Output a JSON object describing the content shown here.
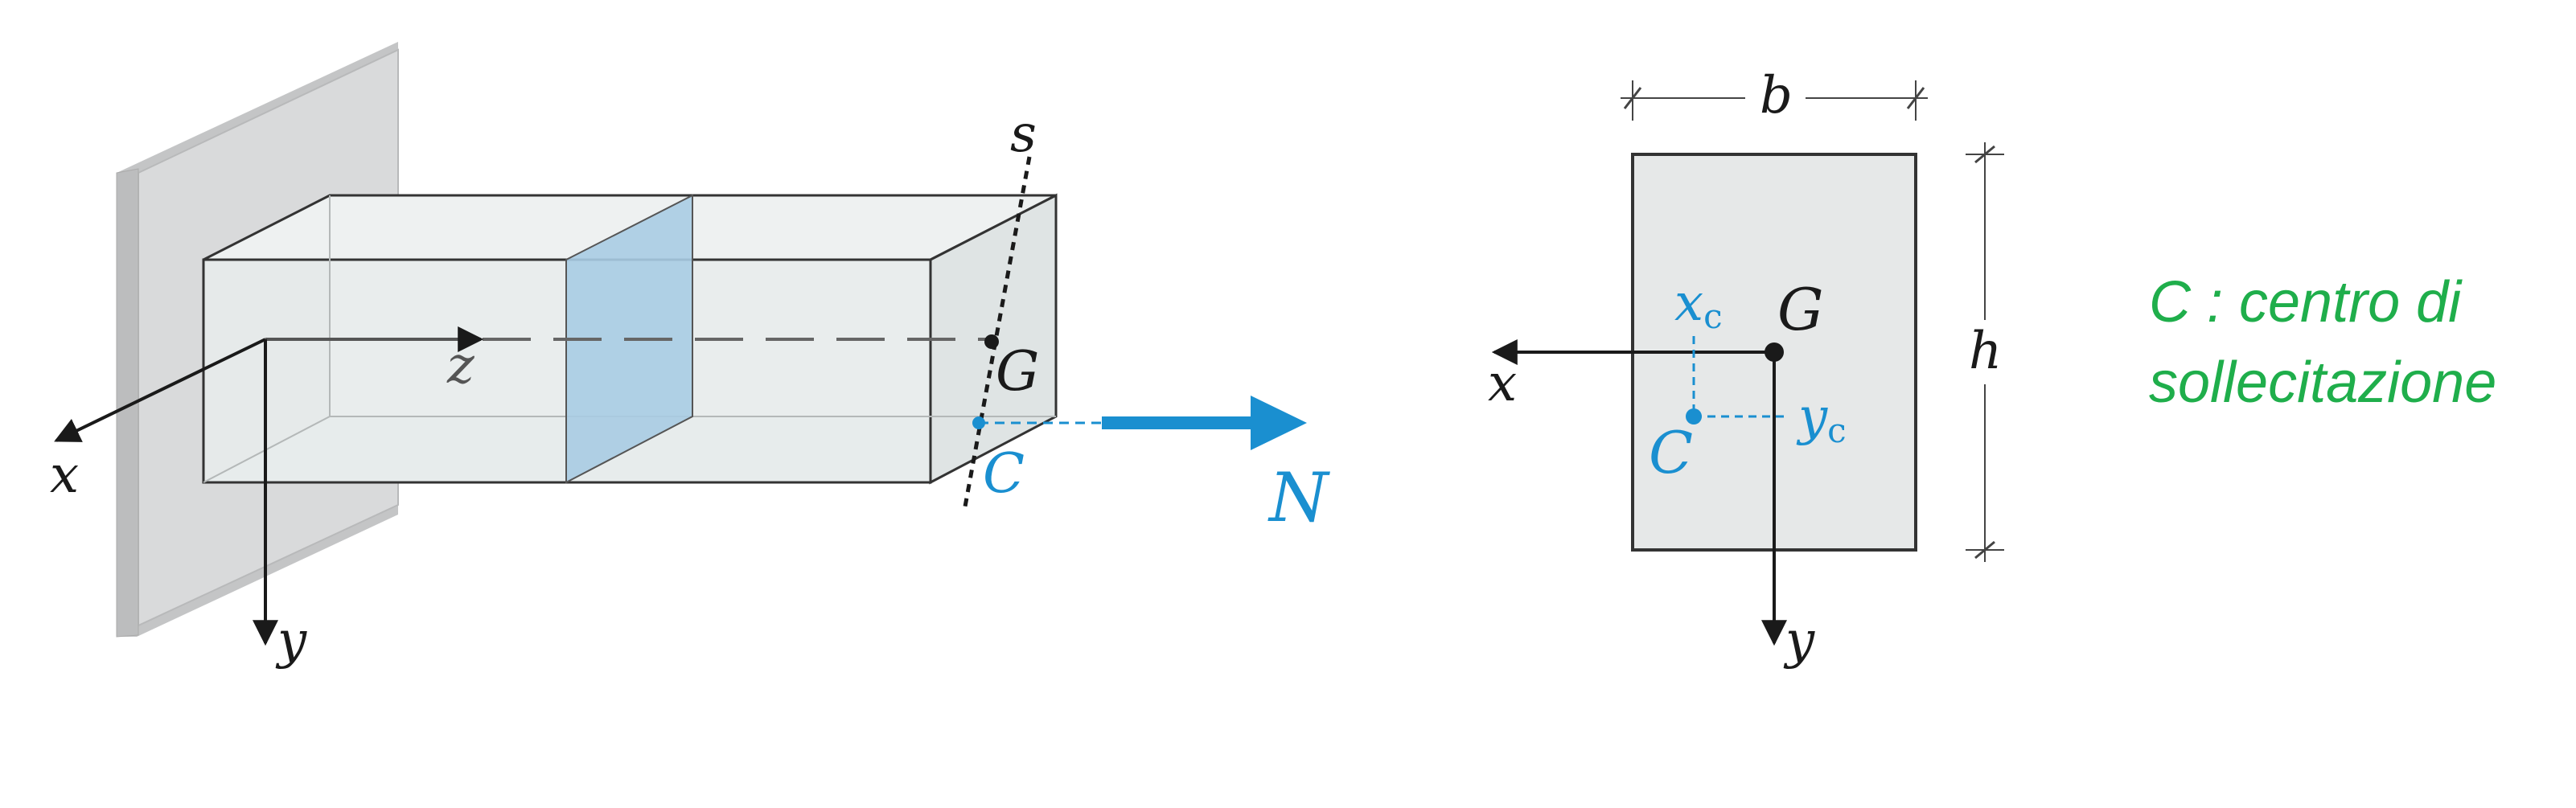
{
  "left_diagram": {
    "labels": {
      "x": "x",
      "y": "y",
      "z": "z",
      "s": "s",
      "G": "G",
      "C": "C",
      "N": "N"
    }
  },
  "right_diagram": {
    "labels": {
      "b": "b",
      "h": "h",
      "x": "x",
      "y": "y",
      "G": "G",
      "C": "C",
      "xc_main": "x",
      "xc_sub": "c",
      "yc_main": "y",
      "yc_sub": "c"
    }
  },
  "caption": {
    "line1": "C : centro di",
    "line2": "sollecitazione"
  },
  "colors": {
    "blue": "#1a8fd0",
    "green": "#1fae4b",
    "dark": "#1a1a1a",
    "wall": "#d4d5d6",
    "section": "#a9cce3"
  }
}
